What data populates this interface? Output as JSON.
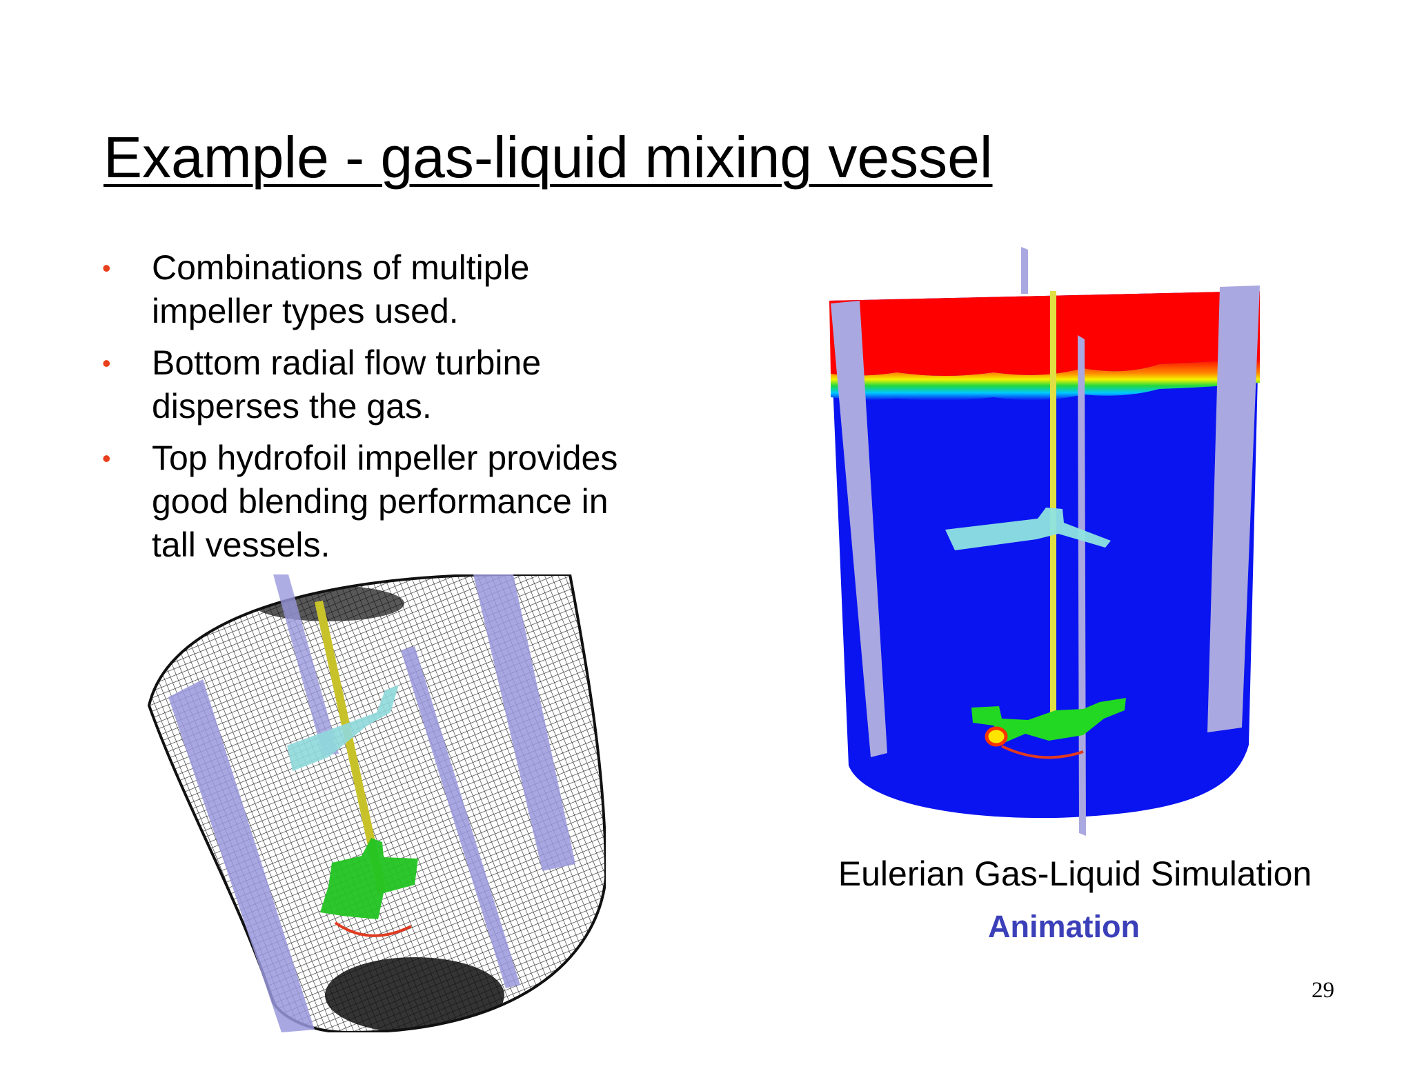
{
  "slide": {
    "title": "Example - gas-liquid mixing vessel",
    "bullets": [
      {
        "line1": "Combinations of multiple",
        "line2": "impeller types used."
      },
      {
        "line1": "Bottom radial flow turbine",
        "line2": "disperses the gas."
      },
      {
        "line1": "Top hydrofoil impeller provides",
        "line2": "good blending performance in",
        "line3": "tall vessels."
      }
    ],
    "bullet_symbol": "•",
    "bullet_color": "#e8401c",
    "caption": "Eulerian Gas-Liquid Simulation",
    "animation_link": "Animation",
    "link_color": "#3b3fb8",
    "page_number": "29"
  },
  "figures": {
    "mesh_figure": {
      "depicts": "mesh-vessel",
      "colors": {
        "baffle": "#9a98dc",
        "hydrofoil": "#8fd9dc",
        "turbine": "#22c422",
        "shaft": "#c8c22a"
      }
    },
    "simulation_figure": {
      "depicts": "gas-volume-fraction",
      "colors": {
        "liquid": "#0a14f0",
        "gas": "#ff0000",
        "baffle": "#aaa8e0",
        "shaft": "#e0df44",
        "hydrofoil": "#8fe3e0",
        "turbine": "#22d822"
      }
    }
  }
}
